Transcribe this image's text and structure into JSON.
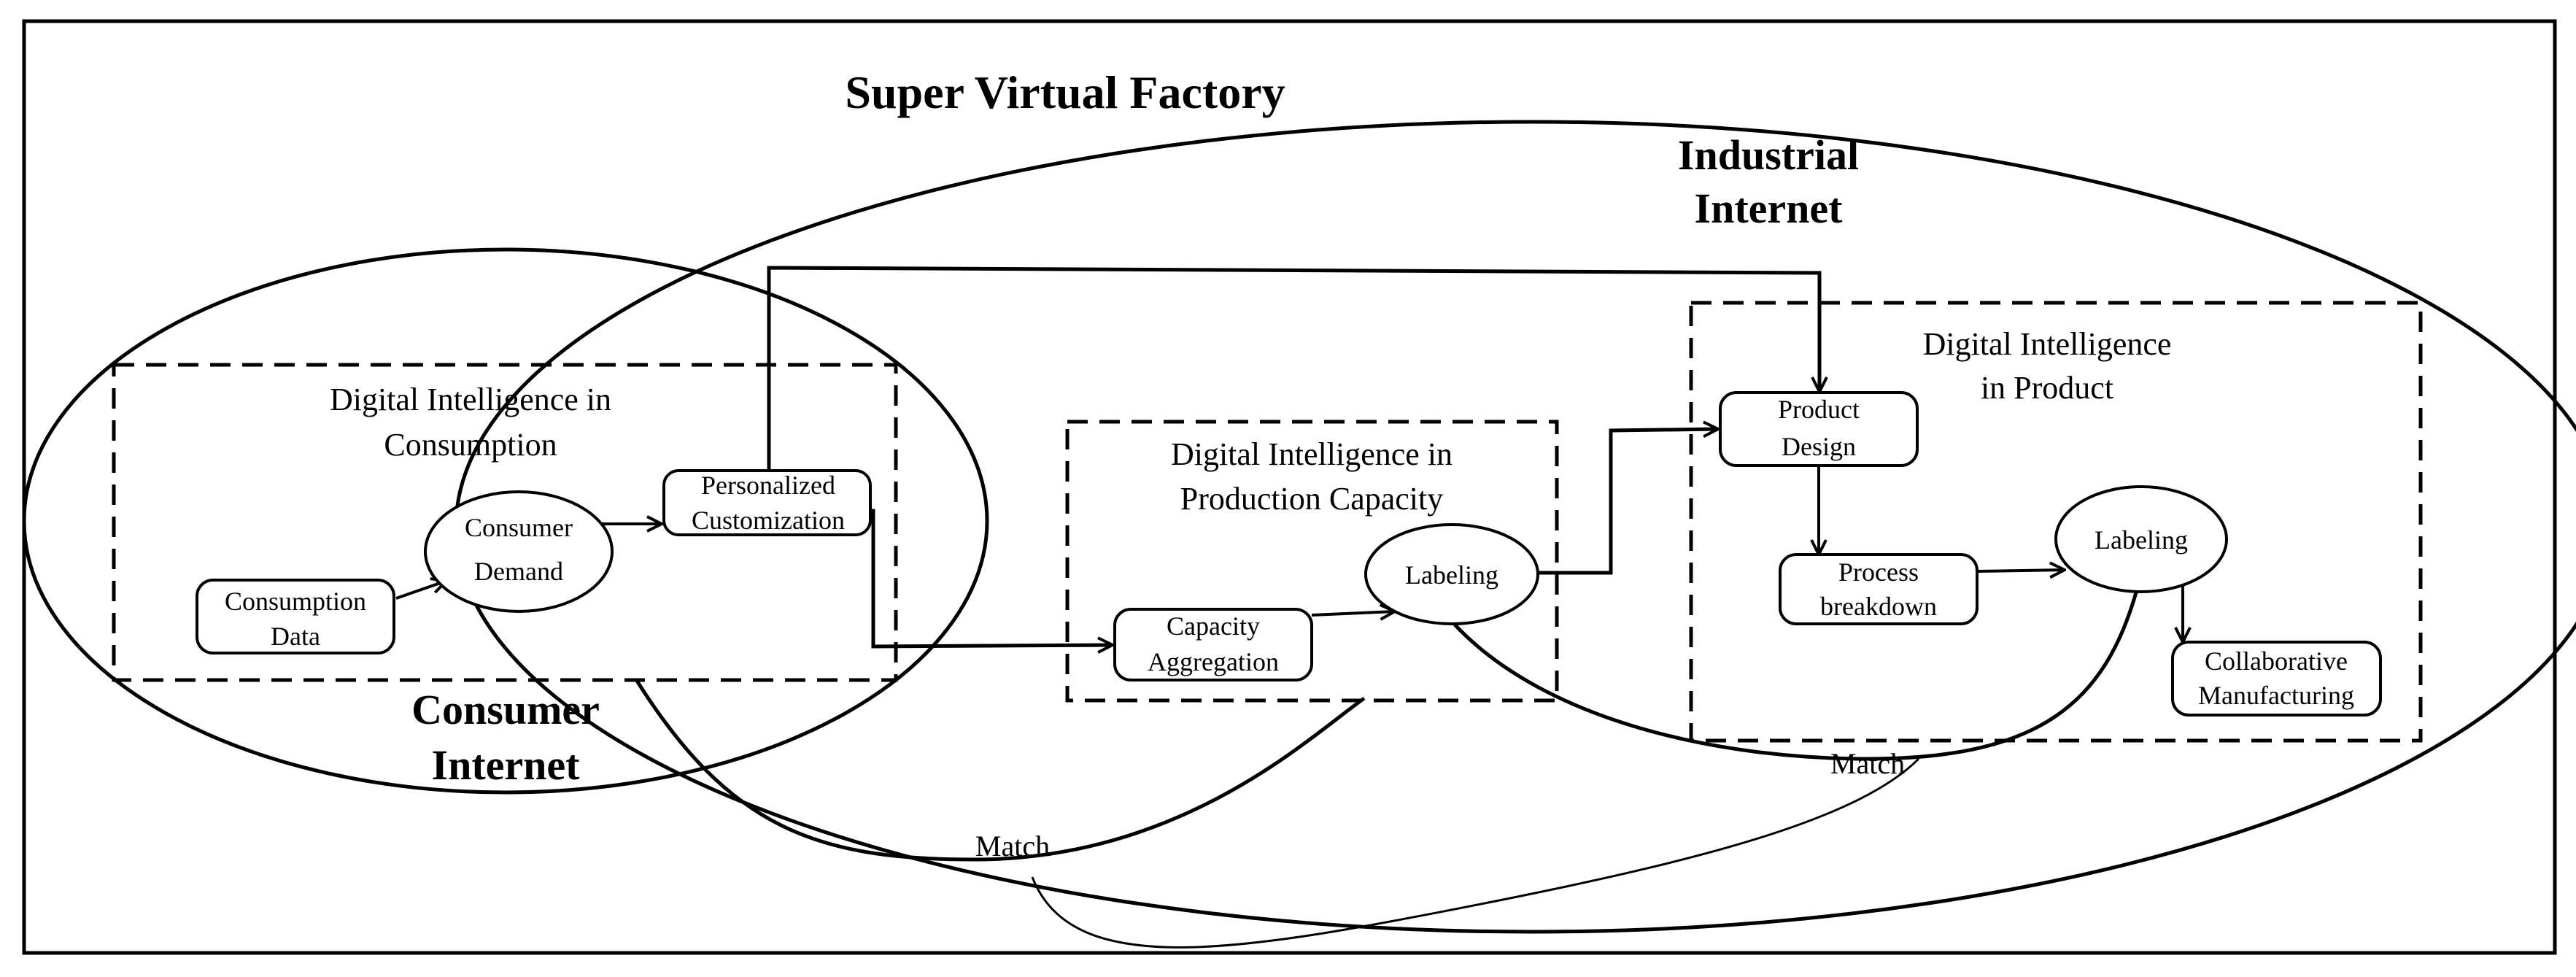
{
  "title": "Super Virtual Factory",
  "regions": {
    "industrial_internet": [
      "Industrial",
      "Internet"
    ],
    "consumer_internet": [
      "Consumer",
      "Internet"
    ]
  },
  "groups": {
    "consumption": [
      "Digital Intelligence in",
      "Consumption"
    ],
    "production": [
      "Digital Intelligence in",
      "Production Capacity"
    ],
    "product": [
      "Digital Intelligence",
      "in Product"
    ]
  },
  "nodes": {
    "consumption_data": [
      "Consumption",
      "Data"
    ],
    "consumer_demand": [
      "Consumer",
      "Demand"
    ],
    "personalized_customization": [
      "Personalized",
      "Customization"
    ],
    "capacity_aggregation": [
      "Capacity",
      "Aggregation"
    ],
    "labeling_production": "Labeling",
    "product_design": [
      "Product",
      "Design"
    ],
    "process_breakdown": [
      "Process",
      "breakdown"
    ],
    "labeling_product": "Labeling",
    "collaborative_manufacturing": [
      "Collaborative",
      "Manufacturing"
    ]
  },
  "match_labels": {
    "bottom": "Match",
    "right": "Match"
  }
}
